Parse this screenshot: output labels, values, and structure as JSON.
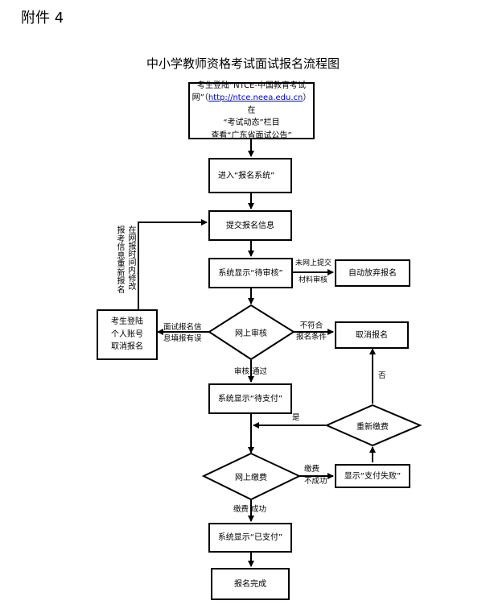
{
  "header": {
    "attachment": "附件 4"
  },
  "title": "中小学教师资格考试面试报名流程图",
  "nodes": {
    "start": {
      "line1": "考生登陆“NTCE-中国教育考试",
      "line2_pre": "网”（",
      "link": "http://ntce.neea.edu.cn",
      "line2_post": "）在",
      "line3": "“考试动态”栏目",
      "line4": "查看“广东省面试公告”"
    },
    "enter_system": "进入“报名系统”",
    "submit_info": "提交报名信息",
    "pending_review": "系统显示“待审核”",
    "auto_abandon": "自动放弃报名",
    "online_review": "网上审核",
    "cancel_registration": "取消报名",
    "login_cancel": "考生登陆\n个人账号\n取消报名",
    "pending_payment": "系统显示“待支付”",
    "repay": "重新缴费",
    "online_payment": "网上缴费",
    "payment_failed": "显示“支付失败”",
    "paid": "系统显示“已支付”",
    "complete": "报名完成"
  },
  "labels": {
    "modify_left_col": "报考信息重新报名",
    "modify_right_col": "在网报时间内，修改",
    "not_submit": "未网上提交",
    "materials_review": "材料审核",
    "info_error": "面试报名信\n息填报有误",
    "not_meet": "不符合\n报名条件",
    "review_pass": "审核 通过",
    "no": "否",
    "yes": "是",
    "pay_fail": "缴费\n不成功",
    "pay_success": "缴费 成功"
  }
}
